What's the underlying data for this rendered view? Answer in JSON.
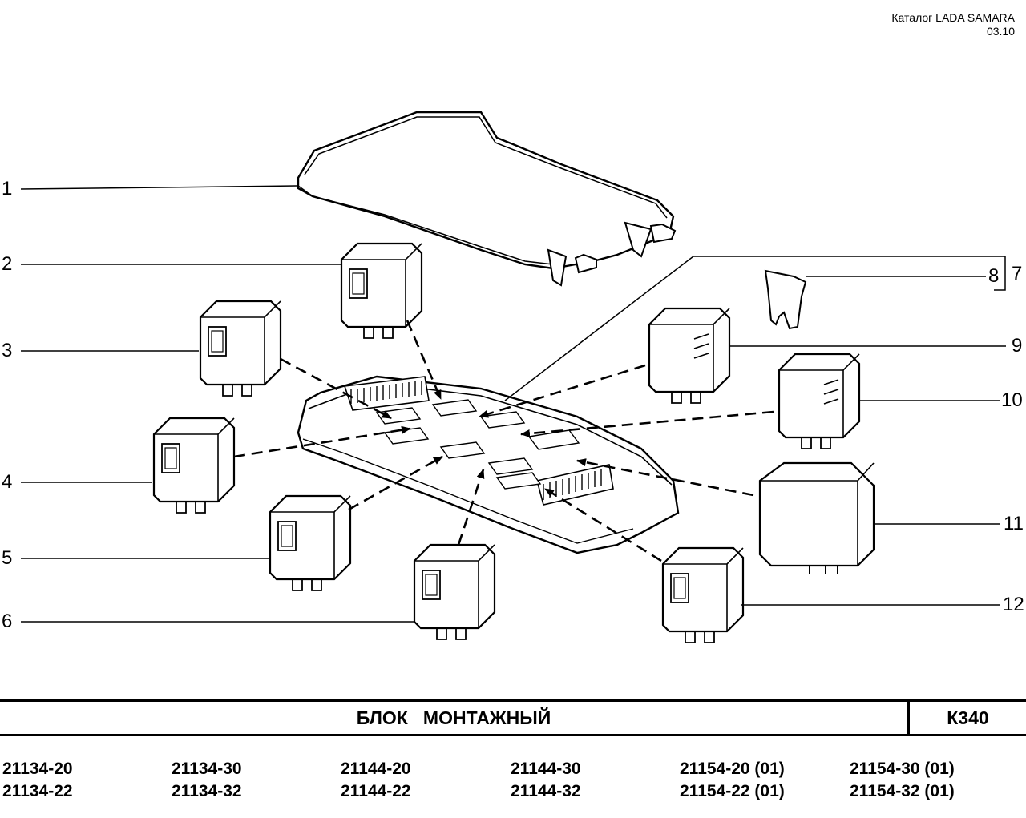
{
  "header": {
    "catalog": "Каталог  LADA SAMARA",
    "date": "03.10"
  },
  "callouts": [
    "1",
    "2",
    "3",
    "4",
    "5",
    "6",
    "7",
    "8",
    "9",
    "10",
    "11",
    "12"
  ],
  "title": "БЛОК   МОНТАЖНЫЙ",
  "code": "К340",
  "models": [
    [
      "21134-20",
      "21134-22"
    ],
    [
      "21134-30",
      "21134-32"
    ],
    [
      "21144-20",
      "21144-22"
    ],
    [
      "21144-30",
      "21144-32"
    ],
    [
      "21154-20 (01)",
      "21154-22 (01)"
    ],
    [
      "21154-30 (01)",
      "21154-32 (01)"
    ]
  ]
}
